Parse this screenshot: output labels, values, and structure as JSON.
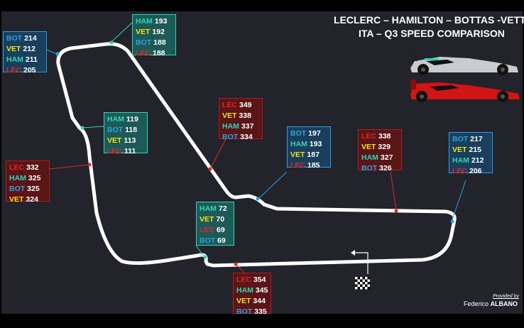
{
  "title_line1": "LECLERC – HAMILTON – BOTTAS -VETTEL",
  "title_line2": "ITA – Q3 SPEED COMPARISON",
  "credit": {
    "provided_by": "Provided by",
    "first_name": "Federico",
    "last_name": "ALBANO"
  },
  "colors": {
    "background": "#22232b",
    "track": "#ffffff",
    "HAM": "#2ed6b8",
    "BOT": "#2e9fe0",
    "VET": "#f2e316",
    "LEC": "#e22424",
    "box_mercedes": "#1d5a57",
    "box_ferrari": "#5a1517",
    "box_bottas": "#1a3f5c"
  },
  "boxes": [
    {
      "id": "box-1",
      "theme": "box_bottas",
      "rows": [
        {
          "driver": "BOT",
          "speed": "214"
        },
        {
          "driver": "VET",
          "speed": "212"
        },
        {
          "driver": "HAM",
          "speed": "211"
        },
        {
          "driver": "LEC",
          "speed": "205"
        }
      ]
    },
    {
      "id": "box-2",
      "theme": "box_mercedes",
      "rows": [
        {
          "driver": "HAM",
          "speed": "193"
        },
        {
          "driver": "VET",
          "speed": "192"
        },
        {
          "driver": "BOT",
          "speed": "188"
        },
        {
          "driver": "LEC",
          "speed": "188"
        }
      ]
    },
    {
      "id": "box-3",
      "theme": "box_mercedes",
      "rows": [
        {
          "driver": "HAM",
          "speed": "119"
        },
        {
          "driver": "BOT",
          "speed": "118"
        },
        {
          "driver": "VET",
          "speed": "113"
        },
        {
          "driver": "LEC",
          "speed": "111"
        }
      ]
    },
    {
      "id": "box-4",
      "theme": "box_ferrari",
      "rows": [
        {
          "driver": "LEC",
          "speed": "332"
        },
        {
          "driver": "HAM",
          "speed": "325"
        },
        {
          "driver": "BOT",
          "speed": "325"
        },
        {
          "driver": "VET",
          "speed": "324"
        }
      ]
    },
    {
      "id": "box-5",
      "theme": "box_ferrari",
      "rows": [
        {
          "driver": "LEC",
          "speed": "349"
        },
        {
          "driver": "VET",
          "speed": "338"
        },
        {
          "driver": "HAM",
          "speed": "337"
        },
        {
          "driver": "BOT",
          "speed": "334"
        }
      ]
    },
    {
      "id": "box-6",
      "theme": "box_bottas",
      "rows": [
        {
          "driver": "BOT",
          "speed": "197"
        },
        {
          "driver": "HAM",
          "speed": "193"
        },
        {
          "driver": "VET",
          "speed": "187"
        },
        {
          "driver": "LEC",
          "speed": "185"
        }
      ]
    },
    {
      "id": "box-7",
      "theme": "box_ferrari",
      "rows": [
        {
          "driver": "LEC",
          "speed": "338"
        },
        {
          "driver": "VET",
          "speed": "329"
        },
        {
          "driver": "HAM",
          "speed": "327"
        },
        {
          "driver": "BOT",
          "speed": "326"
        }
      ]
    },
    {
      "id": "box-8",
      "theme": "box_bottas",
      "rows": [
        {
          "driver": "BOT",
          "speed": "217"
        },
        {
          "driver": "VET",
          "speed": "215"
        },
        {
          "driver": "HAM",
          "speed": "212"
        },
        {
          "driver": "LEC",
          "speed": "206"
        }
      ]
    },
    {
      "id": "box-9",
      "theme": "box_mercedes",
      "rows": [
        {
          "driver": "HAM",
          "speed": "72"
        },
        {
          "driver": "VET",
          "speed": "70"
        },
        {
          "driver": "LEC",
          "speed": "69"
        },
        {
          "driver": "BOT",
          "speed": "69"
        }
      ]
    },
    {
      "id": "box-10",
      "theme": "box_ferrari",
      "rows": [
        {
          "driver": "LEC",
          "speed": "354"
        },
        {
          "driver": "HAM",
          "speed": "345"
        },
        {
          "driver": "VET",
          "speed": "344"
        },
        {
          "driver": "BOT",
          "speed": "335"
        }
      ]
    }
  ]
}
